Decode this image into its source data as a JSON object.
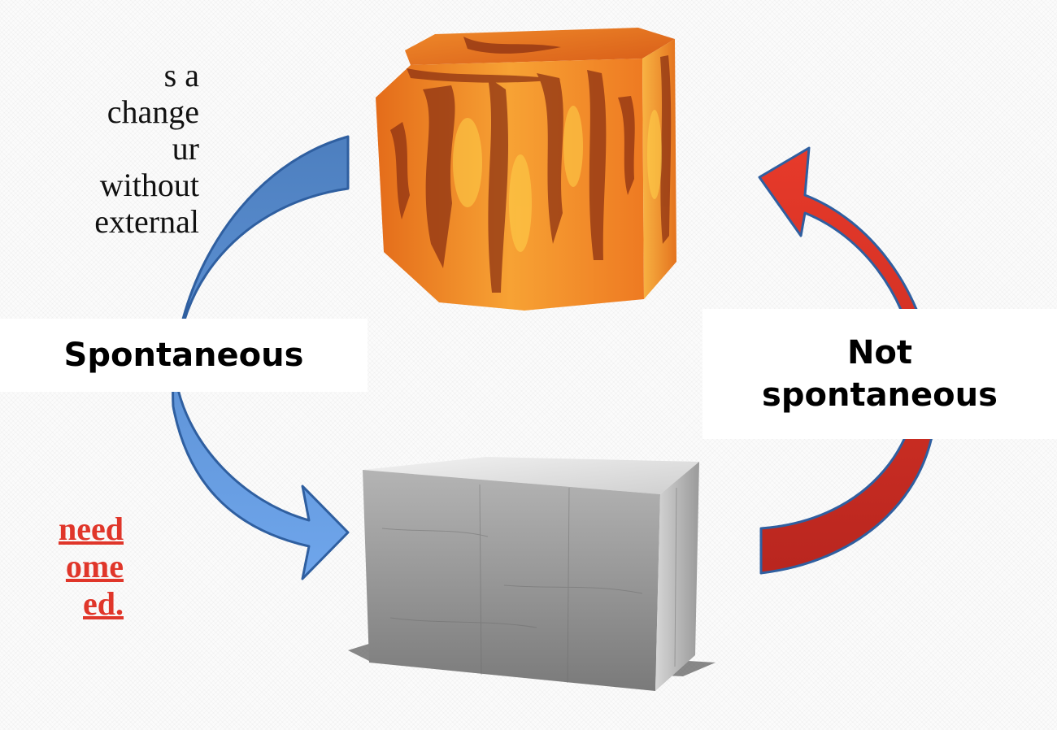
{
  "description_partial": {
    "lines": [
      "s a change",
      "ur without",
      "external"
    ]
  },
  "note_partial": {
    "lines": [
      "need",
      "ome",
      "ed."
    ],
    "color": "#e0362a"
  },
  "labels": {
    "spontaneous": "Spontaneous",
    "not_spontaneous": [
      "Not",
      "spontaneous"
    ]
  },
  "states": {
    "hot": "hot-glowing-block",
    "cold": "cold-gray-block"
  },
  "arrows": {
    "spontaneous_direction": "hot-to-cold",
    "spontaneous_color": "#5b8fd6",
    "not_spontaneous_direction": "cold-to-hot",
    "not_spontaneous_color": "#d8302a"
  }
}
